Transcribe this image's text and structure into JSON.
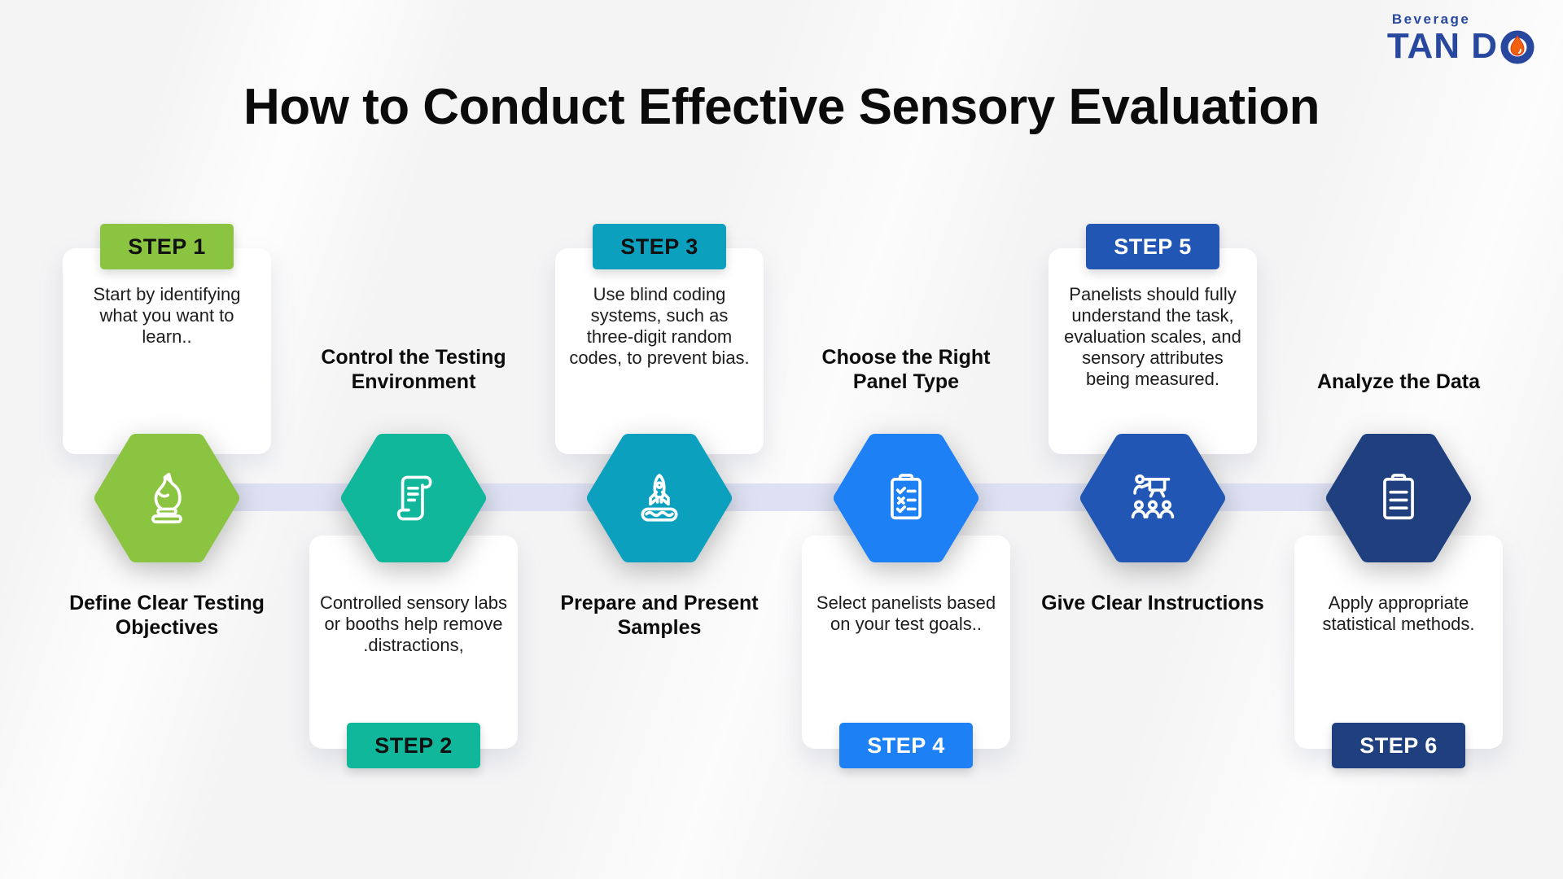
{
  "logo": {
    "tagline": "Beverage",
    "brand": "TAN DO",
    "brand_prefix": "TAN D",
    "brand_color": "#27489E",
    "droplet_color": "#F0600F"
  },
  "title": "How to Conduct Effective Sensory Evaluation",
  "connector_color": "#DEE1F3",
  "steps": [
    {
      "badge": "STEP 1",
      "badge_text_color": "#101010",
      "color": "#8AC440",
      "icon": "chess-knight",
      "layout": "badge-top",
      "title": "Define Clear Testing Objectives",
      "description": "Start by identifying what you want to learn.."
    },
    {
      "badge": "STEP 2",
      "badge_text_color": "#101010",
      "color": "#10B79B",
      "icon": "scroll",
      "layout": "badge-bottom",
      "title": "Control the Testing Environment",
      "description": "Controlled sensory labs or booths help remove .distractions,"
    },
    {
      "badge": "STEP 3",
      "badge_text_color": "#101010",
      "color": "#0CA0BF",
      "icon": "rocket-launch",
      "layout": "badge-top",
      "title": "Prepare and Present Samples",
      "description": "Use blind coding systems, such as three-digit random codes, to prevent bias."
    },
    {
      "badge": "STEP 4",
      "badge_text_color": "#FFFFFF",
      "color": "#1D80F5",
      "icon": "clipboard-checklist",
      "layout": "badge-bottom",
      "title": "Choose the Right Panel Type",
      "description": "Select panelists based on your test goals.."
    },
    {
      "badge": "STEP 5",
      "badge_text_color": "#FFFFFF",
      "color": "#2256B4",
      "icon": "presenter-training",
      "layout": "badge-top",
      "title": "Give Clear Instructions",
      "description": "Panelists should fully understand the task, evaluation scales, and sensory attributes being measured."
    },
    {
      "badge": "STEP 6",
      "badge_text_color": "#FFFFFF",
      "color": "#203F7E",
      "icon": "clipboard",
      "layout": "badge-bottom",
      "title": "Analyze the Data",
      "description": "Apply appropriate statistical methods."
    }
  ]
}
